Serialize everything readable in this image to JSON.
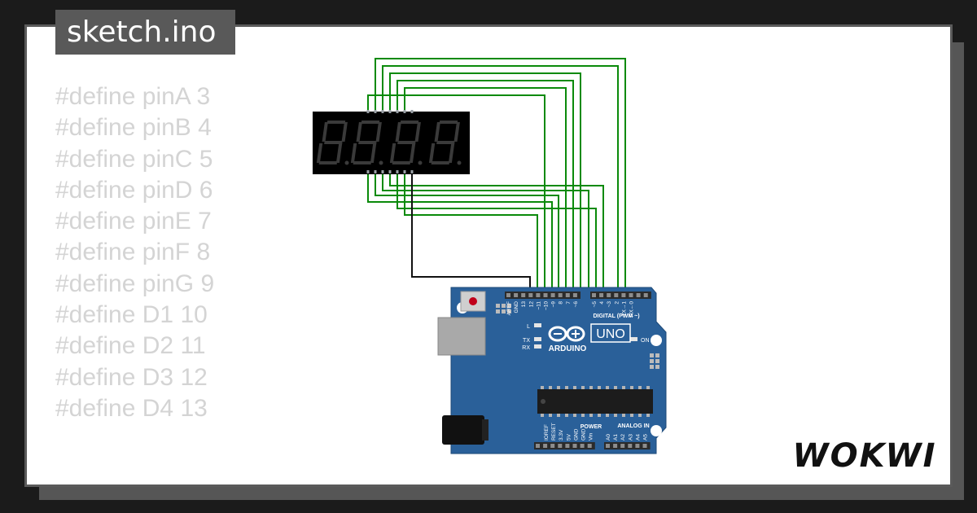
{
  "editor": {
    "filename": "sketch.ino",
    "code_lines": [
      "#define pinA 3",
      "#define pinB 4",
      "#define pinC 5",
      "#define pinD 6",
      "#define pinE 7",
      "#define pinF 8",
      "#define pinG 9",
      "#define D1 10",
      "#define D2 11",
      "#define D3 12",
      "#define D4 13"
    ]
  },
  "display": {
    "digits": [
      "8",
      "8",
      "8",
      "8"
    ],
    "segment_color": "#3a3a3a",
    "body_color": "#000000"
  },
  "board": {
    "brand": "ARDUINO",
    "model": "UNO",
    "header_digital": "DIGITAL (PWM ~)",
    "header_power": "POWER",
    "header_analog": "ANALOG IN",
    "pins_digital": [
      "AREF",
      "GND",
      "13",
      "12",
      "~11",
      "~10",
      "~9",
      "8",
      "7",
      "~6",
      "~5",
      "4",
      "~3",
      "2",
      "TX→1",
      "RX←0"
    ],
    "pins_power": [
      "IOREF",
      "RESET",
      "3.3V",
      "5V",
      "GND",
      "GND",
      "Vin"
    ],
    "pins_analog": [
      "A0",
      "A1",
      "A2",
      "A3",
      "A4",
      "A5"
    ],
    "led_l": "L",
    "led_tx": "TX",
    "led_rx": "RX",
    "led_on": "ON",
    "board_color": "#2a6099"
  },
  "wires": {
    "signal_color": "#0a8a0a",
    "ground_color": "#111111"
  },
  "footer": {
    "logo_text": "WOKWI"
  }
}
